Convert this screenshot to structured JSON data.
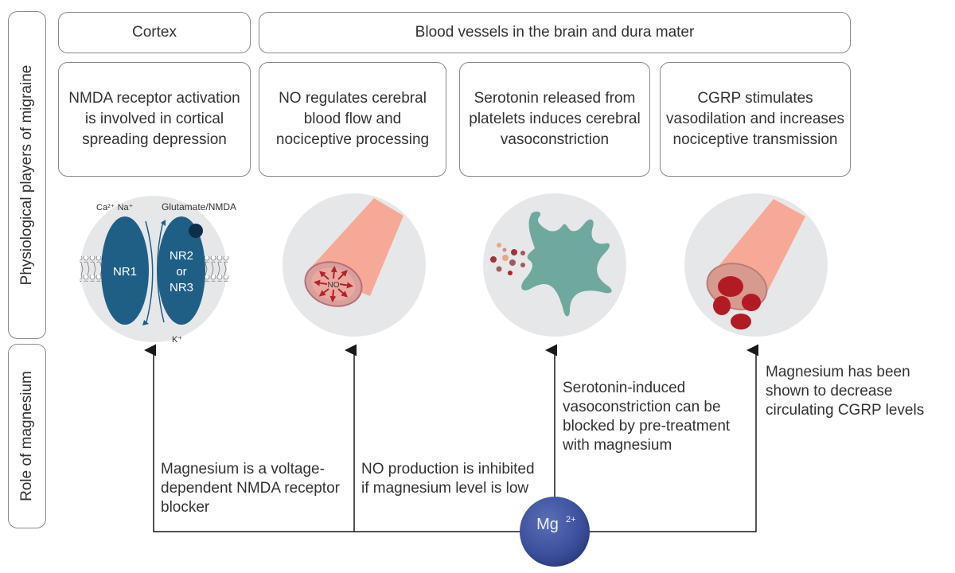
{
  "side_labels": {
    "physiological": "Physiological players of migraine",
    "role": "Role of magnesium"
  },
  "headers": {
    "cortex": "Cortex",
    "vessels": "Blood vessels in the brain and dura mater"
  },
  "players": [
    {
      "text": "NMDA receptor activation is involved in cortical spreading depression"
    },
    {
      "text": "NO regulates cerebral blood flow and nociceptive processing"
    },
    {
      "text": "Serotonin released from platelets induces cerebral vasoconstriction"
    },
    {
      "text": "CGRP stimulates vasodilation and increases nociceptive transmission"
    }
  ],
  "nmda_illustration": {
    "ions_in": "Ca²⁺ Na⁺",
    "ligand": "Glutamate/NMDA",
    "subunit1": "NR1",
    "subunit2_line1": "NR2",
    "subunit2_line2": "or",
    "subunit2_line3": "NR3",
    "ion_out": "K⁺"
  },
  "no_illustration": {
    "label": "NO"
  },
  "roles": [
    {
      "text": "Magnesium is a voltage-dependent NMDA receptor blocker"
    },
    {
      "text": "NO production is inhibited if magnesium level is low"
    },
    {
      "text": "Serotonin-induced vasoconstriction can be blocked by pre-treatment with magnesium"
    },
    {
      "text": "Magnesium has been shown to decrease circulating CGRP levels"
    }
  ],
  "magnesium": {
    "label": "Mg",
    "charge": "2+"
  },
  "colors": {
    "receptor": "#1f5f86",
    "vessel": "#f6a996",
    "vessel_lumen": "#d6847c",
    "red_cell": "#b31b24",
    "platelet": "#6fa89c",
    "circle_bg": "#e6e7e9",
    "mg_ball": "#3b4f9a"
  }
}
